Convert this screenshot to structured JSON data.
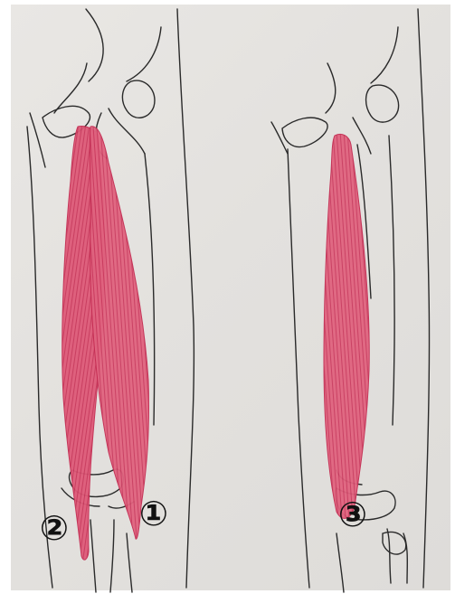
{
  "labels": {
    "one": "①",
    "two": "②",
    "three": "③"
  },
  "colors": {
    "paper": "#e4e2df",
    "ink": "#2a2a2a",
    "muscle": "#d63a5e",
    "muscle_light": "#e9899e"
  }
}
